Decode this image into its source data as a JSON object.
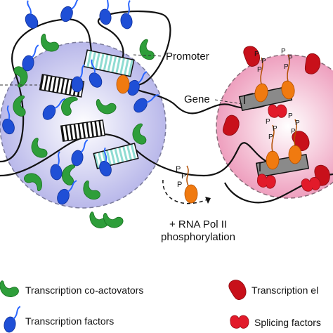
{
  "labels": {
    "promoter": "Promoter",
    "gene": "Gene",
    "rna_pol_line1": "+ RNA Pol II",
    "rna_pol_line2": "phosphorylation",
    "phospho": "P"
  },
  "legend": {
    "coactivators": "Transcription co-actovators",
    "factors": "Transcription factors",
    "elongation": "Transcription el",
    "splicing": "Splicing factors"
  },
  "colors": {
    "left_condensate": "#c9c8ee",
    "right_condensate": "#f2b3cb",
    "coactivator": "#2e9e3a",
    "factor": "#1f4fd6",
    "elongation": "#c8101a",
    "splicing": "#e21a2a",
    "pol2": "#f07a10",
    "promoter": "#9fe0d8",
    "gene_box": "#8a8a8a"
  }
}
